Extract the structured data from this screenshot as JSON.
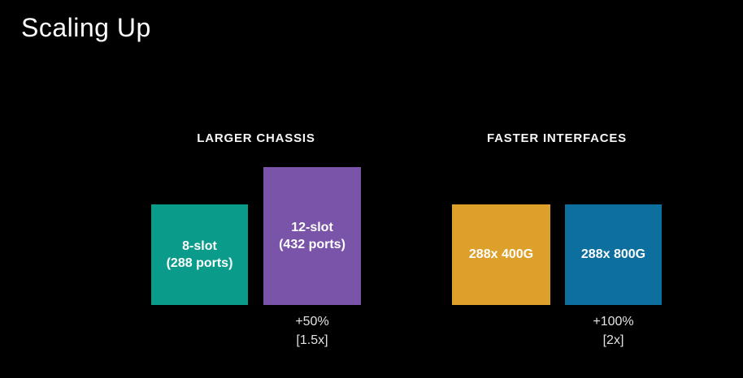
{
  "slide": {
    "title": "Scaling Up"
  },
  "colors": {
    "background": "#000000",
    "heading_text": "#ffffff",
    "annotation_text": "#e3e3e3",
    "teal": "#0a9b8a",
    "purple": "#7a54a8",
    "orange": "#dda02b",
    "blue": "#0c6f9d"
  },
  "chart_data": [
    {
      "type": "bar",
      "title": "LARGER CHASSIS",
      "categories": [
        "8-slot (288 ports)",
        "12-slot (432 ports)"
      ],
      "values": [
        288,
        432
      ],
      "bars": [
        {
          "label_lines": [
            "8-slot",
            "(288 ports)"
          ],
          "value": 288,
          "color": "#0a9b8a"
        },
        {
          "label_lines": [
            "12-slot",
            "(432 ports)"
          ],
          "value": 432,
          "color": "#7a54a8"
        }
      ],
      "annotation_lines": [
        "+50%",
        "[1.5x]"
      ],
      "xlabel": "",
      "ylabel": "",
      "legend": "none",
      "axes": "hidden"
    },
    {
      "type": "bar",
      "title": "FASTER INTERFACES",
      "categories": [
        "288x 400G",
        "288x 800G"
      ],
      "values": [
        400,
        800
      ],
      "bars": [
        {
          "label_lines": [
            "288x 400G"
          ],
          "value": 400,
          "color": "#dda02b"
        },
        {
          "label_lines": [
            "288x 800G"
          ],
          "value": 800,
          "color": "#0c6f9d"
        }
      ],
      "annotation_lines": [
        "+100%",
        "[2x]"
      ],
      "xlabel": "",
      "ylabel": "",
      "legend": "none",
      "axes": "hidden"
    }
  ]
}
